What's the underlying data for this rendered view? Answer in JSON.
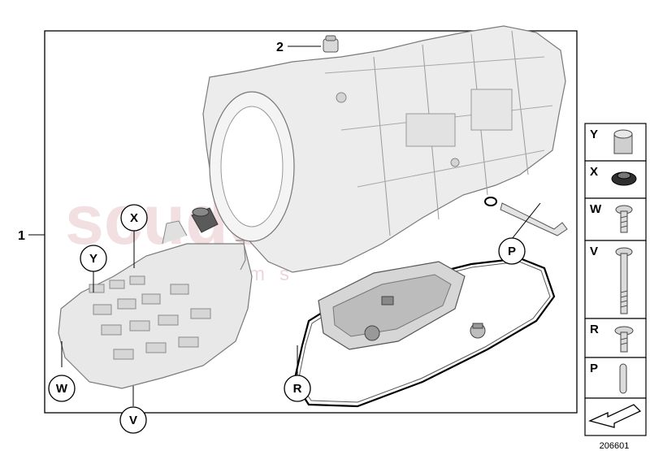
{
  "diagram": {
    "part_number_label": "206601",
    "callouts": {
      "main": "1",
      "drain_plug": "2",
      "X": "X",
      "Y": "Y",
      "W": "W",
      "V": "V",
      "R": "R",
      "P": "P"
    },
    "legend": [
      {
        "letter": "Y",
        "icon": "bushing-icon"
      },
      {
        "letter": "X",
        "icon": "grommet-icon"
      },
      {
        "letter": "W",
        "icon": "short-screw-icon"
      },
      {
        "letter": "V",
        "icon": "long-bolt-icon"
      },
      {
        "letter": "R",
        "icon": "flange-screw-icon"
      },
      {
        "letter": "P",
        "icon": "pin-icon"
      }
    ],
    "watermark": {
      "line1": "scuderia",
      "line2": "systems"
    }
  }
}
